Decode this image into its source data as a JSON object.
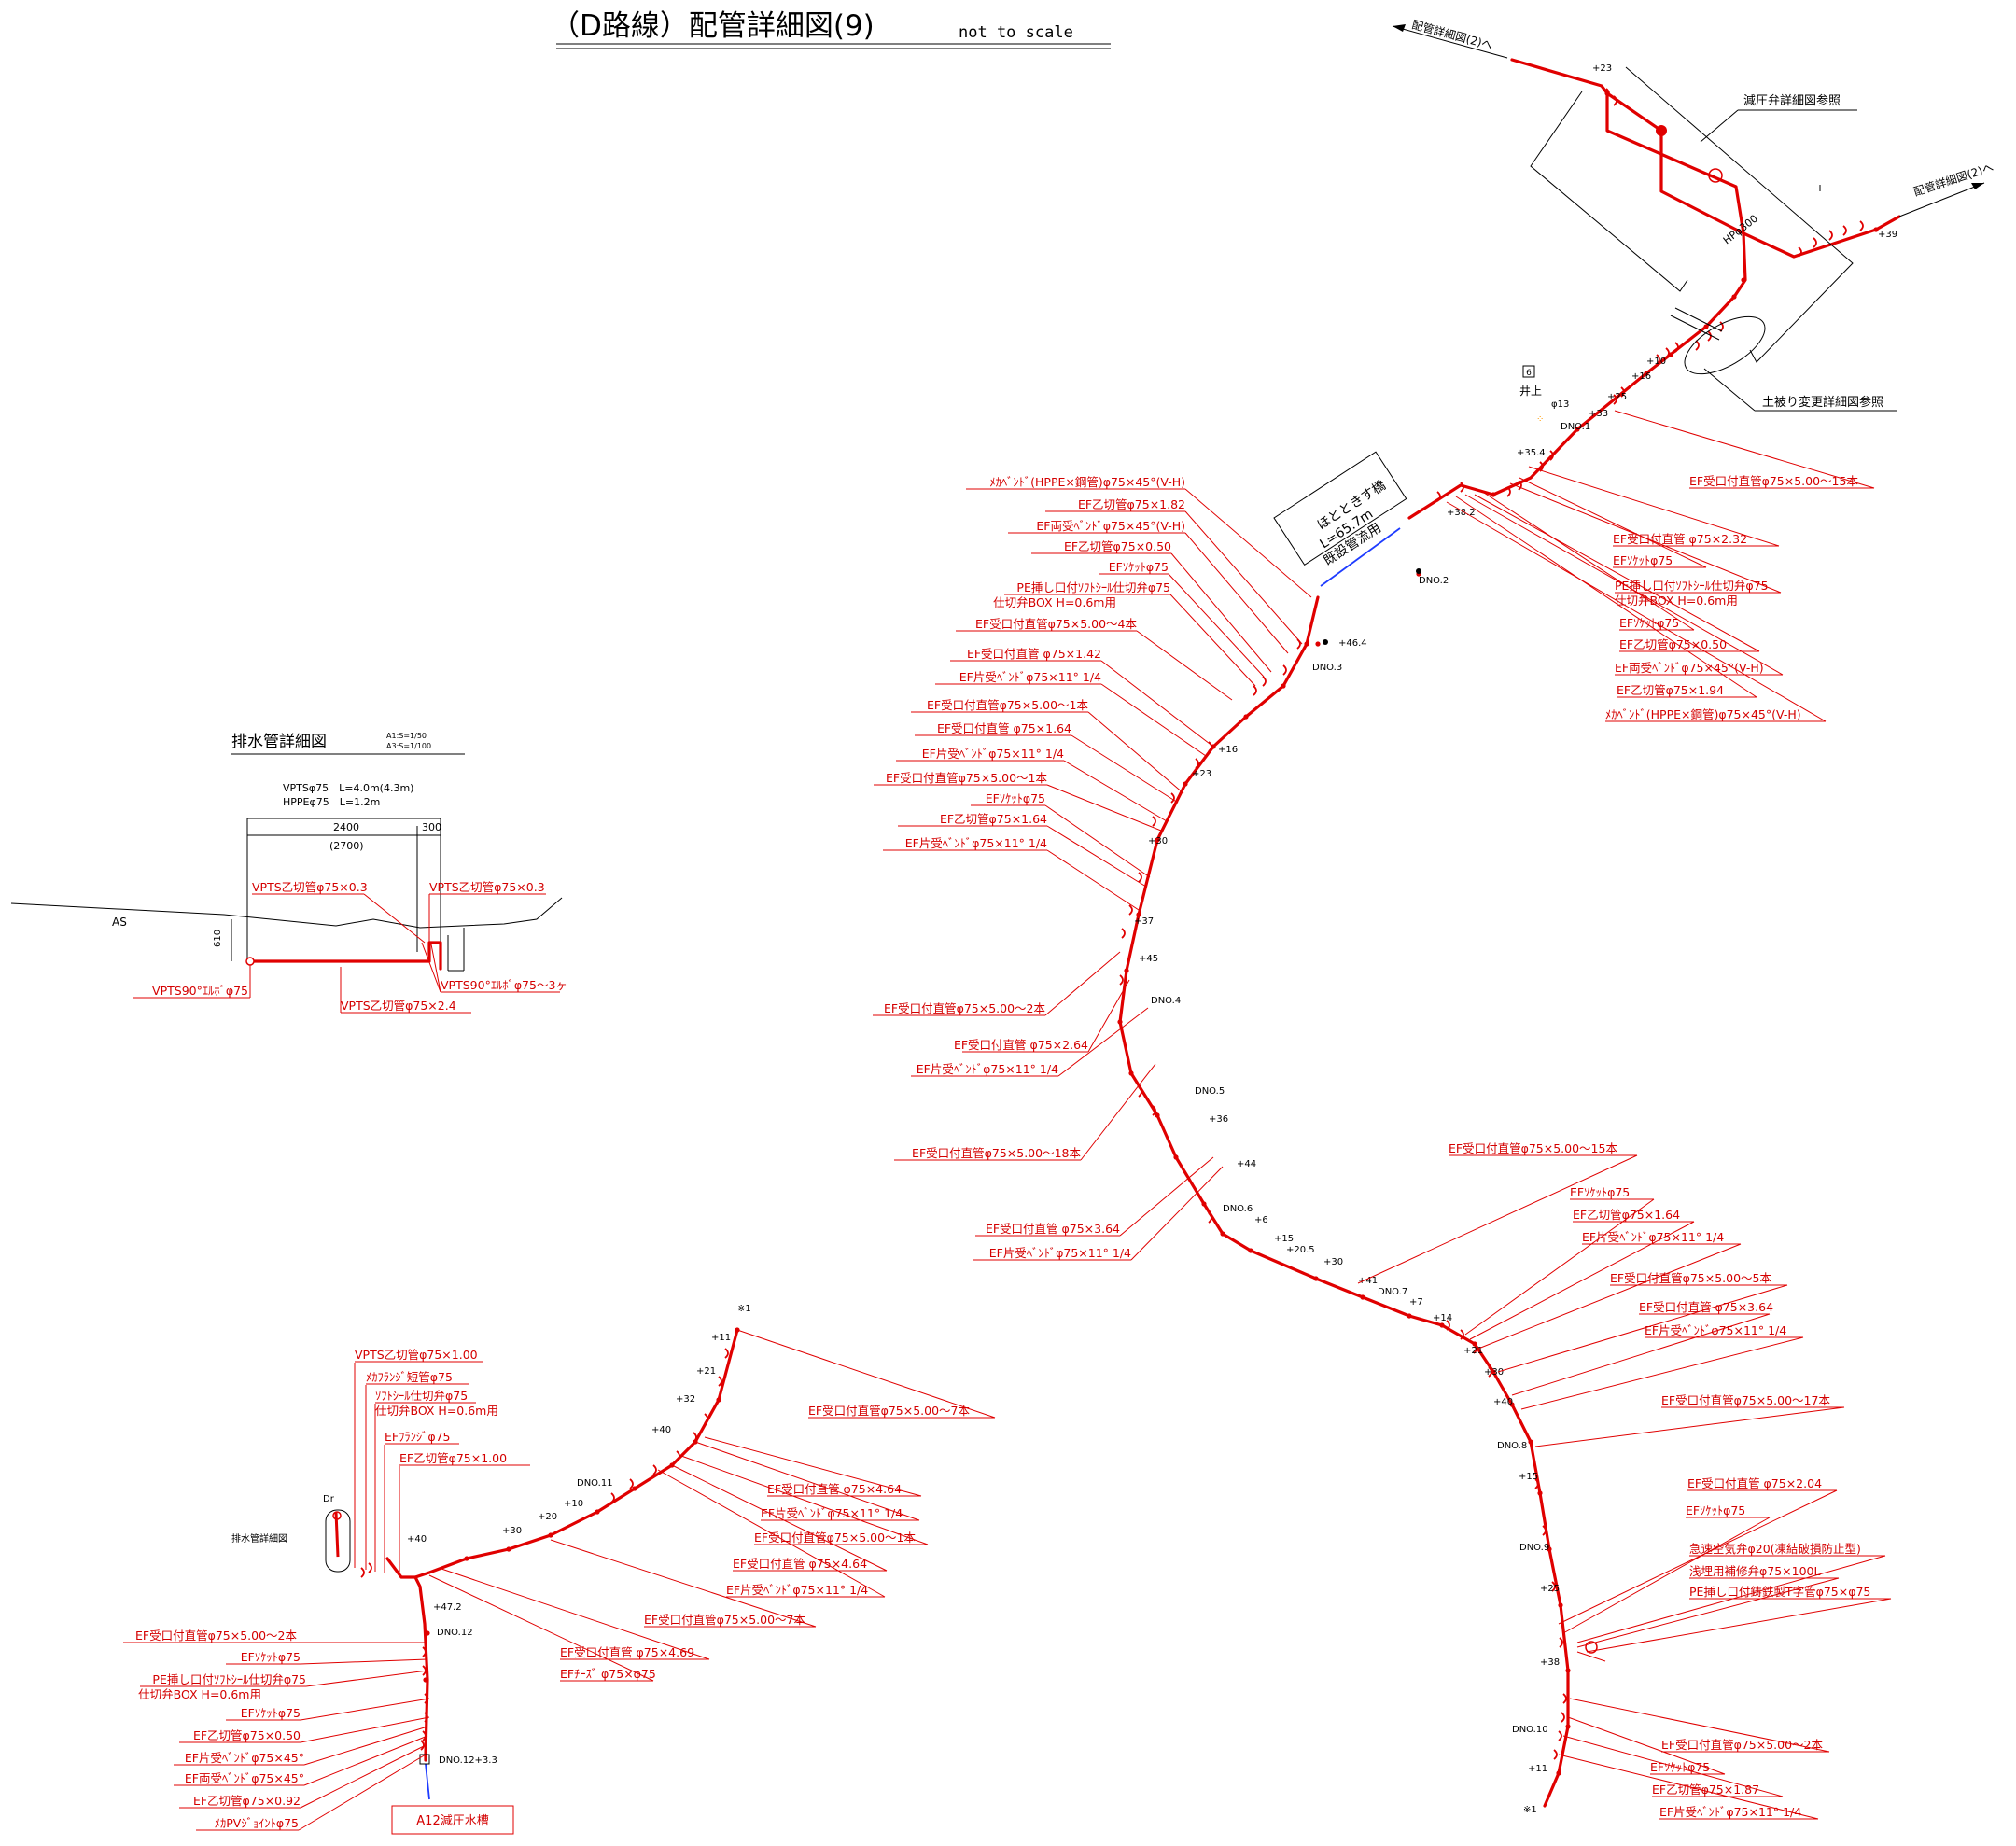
{
  "header": {
    "title": "（D路線）配管詳細図(9)",
    "scale_note": "not to scale"
  },
  "drain_detail": {
    "title": "排水管詳細図",
    "scale_a1": "A1:S=1/50",
    "scale_a3": "A3:S=1/100",
    "dim_vpts": "VPTSφ75　L=4.0m(4.3m)",
    "dim_hppe": "HPPEφ75　L=1.2m",
    "dim_2400": "2400",
    "dim_300": "300",
    "dim_2700": "(2700)",
    "dim_610": "610",
    "as_label": "AS",
    "labels": [
      "VPTS乙切管φ75×0.3",
      "VPTS乙切管φ75×0.3",
      "VPTS90°ｴﾙﾎﾞφ75",
      "VPTS90°ｴﾙﾎﾞφ75～3ヶ",
      "VPTS乙切管φ75×2.4"
    ]
  },
  "top": {
    "to_detail_1": "配管詳細図(2)へ",
    "to_detail_2": "配管詳細図(2)へ",
    "prv_ref": "減圧弁詳細図参照",
    "cover_ref": "土被り変更詳細図参照",
    "hp_label": "HPφ300",
    "house_no": "6",
    "house_name": "井上",
    "phi13": "φ13",
    "bridge_name": "ほとときす橋",
    "bridge_len": "L=65.7m",
    "bridge_note": "既設管流用"
  },
  "stations": [
    "+23",
    "+39",
    "+10",
    "+16",
    "+25",
    "+33",
    "DNO.1",
    "+35.4",
    "+38.2",
    "DNO.2",
    "+46.4",
    "DNO.3",
    "+16",
    "+23",
    "+30",
    "+37",
    "+45",
    "DNO.4",
    "DNO.5",
    "+36",
    "+44",
    "DNO.6",
    "+6",
    "+15",
    "+20.5",
    "+30",
    "+41",
    "DNO.7",
    "+7",
    "+14",
    "+21",
    "+30",
    "+40",
    "DNO.8",
    "+15",
    "DNO.9",
    "+25",
    "+38",
    "DNO.10",
    "+11",
    "※1",
    "※1",
    "+11",
    "+21",
    "+32",
    "+40",
    "DNO.11",
    "+10",
    "+20",
    "+30",
    "+40",
    "+47.2",
    "DNO.12",
    "DNO.12+3.3",
    "Dr",
    "排水管詳細図"
  ],
  "labels_left_top": [
    "ﾒｶﾍﾞﾝﾄﾞ(HPPE×鋼管)φ75×45°(V-H)",
    "EF乙切管φ75×1.82",
    "EF両受ﾍﾞﾝﾄﾞφ75×45°(V-H)",
    "EF乙切管φ75×0.50",
    "EFｿｹｯﾄφ75",
    "PE挿し口付ｿﾌﾄｼｰﾙ仕切弁φ75",
    "仕切弁BOX H=0.6m用",
    "EF受口付直管φ75×5.00～4本",
    "EF受口付直管 φ75×1.42",
    "EF片受ﾍﾞﾝﾄﾞφ75×11° 1/4",
    "EF受口付直管φ75×5.00～1本",
    "EF受口付直管 φ75×1.64",
    "EF片受ﾍﾞﾝﾄﾞφ75×11° 1/4",
    "EF受口付直管φ75×5.00～1本",
    "EFｿｹｯﾄφ75",
    "EF乙切管φ75×1.64",
    "EF片受ﾍﾞﾝﾄﾞφ75×11° 1/4"
  ],
  "labels_right_top": [
    "EF受口付直管φ75×5.00～15本",
    "EF受口付直管 φ75×2.32",
    "EFｿｹｯﾄφ75",
    "PE挿し口付ｿﾌﾄｼｰﾙ仕切弁φ75",
    "仕切弁BOX H=0.6m用",
    "EFｿｹｯﾄφ75",
    "EF乙切管φ75×0.50",
    "EF両受ﾍﾞﾝﾄﾞφ75×45°(V-H)",
    "EF乙切管φ75×1.94",
    "ﾒｶﾍﾞﾝﾄﾞ(HPPE×鋼管)φ75×45°(V-H)"
  ],
  "labels_mid_left": [
    "EF受口付直管φ75×5.00～2本",
    "EF受口付直管 φ75×2.64",
    "EF片受ﾍﾞﾝﾄﾞφ75×11° 1/4",
    "EF受口付直管φ75×5.00～18本",
    "EF受口付直管 φ75×3.64",
    "EF片受ﾍﾞﾝﾄﾞφ75×11° 1/4"
  ],
  "labels_mid_right": [
    "EF受口付直管φ75×5.00～15本",
    "EFｿｹｯﾄφ75",
    "EF乙切管φ75×1.64",
    "EF片受ﾍﾞﾝﾄﾞφ75×11° 1/4",
    "EF受口付直管φ75×5.00～5本",
    "EF受口付直管 φ75×3.64",
    "EF片受ﾍﾞﾝﾄﾞφ75×11° 1/4",
    "EF受口付直管φ75×5.00～17本",
    "EF受口付直管 φ75×2.04",
    "EFｿｹｯﾄφ75",
    "急速空気弁φ20(凍結破損防止型)",
    "浅埋用補修弁φ75×100L",
    "PE挿し口付鋳鉄製T字管φ75×φ75",
    "EF受口付直管φ75×5.00～2本",
    "EFｿｹｯﾄφ75",
    "EF乙切管φ75×1.87",
    "EF片受ﾍﾞﾝﾄﾞφ75×11° 1/4"
  ],
  "labels_bottom_left": [
    "VPTS乙切管φ75×1.00",
    "ﾒｶﾌﾗﾝｼﾞ短管φ75",
    "ｿﾌﾄｼｰﾙ仕切弁φ75",
    "仕切弁BOX H=0.6m用",
    "EFﾌﾗﾝｼﾞφ75",
    "EF乙切管φ75×1.00",
    "EF受口付直管φ75×5.00～7本",
    "EF受口付直管 φ75×4.64",
    "EF片受ﾍﾞﾝﾄﾞφ75×11° 1/4",
    "EF受口付直管φ75×5.00～1本",
    "EF受口付直管 φ75×4.64",
    "EF片受ﾍﾞﾝﾄﾞφ75×11° 1/4",
    "EF受口付直管φ75×5.00～7本",
    "EF受口付直管 φ75×4.69",
    "EFﾁｰｽﾞ φ75×φ75",
    "EF受口付直管φ75×5.00～2本",
    "EFｿｹｯﾄφ75",
    "PE挿し口付ｿﾌﾄｼｰﾙ仕切弁φ75",
    "仕切弁BOX H=0.6m用",
    "EFｿｹｯﾄφ75",
    "EF乙切管φ75×0.50",
    "EF片受ﾍﾞﾝﾄﾞφ75×45°",
    "EF両受ﾍﾞﾝﾄﾞφ75×45°",
    "EF乙切管φ75×0.92",
    "ﾒｶPVｼﾞｮｲﾝﾄφ75"
  ],
  "tank_label": "A12減圧水槽",
  "colors": {
    "pipe": "#e00000",
    "bridge": "#1e3cff",
    "ink": "#000000"
  }
}
